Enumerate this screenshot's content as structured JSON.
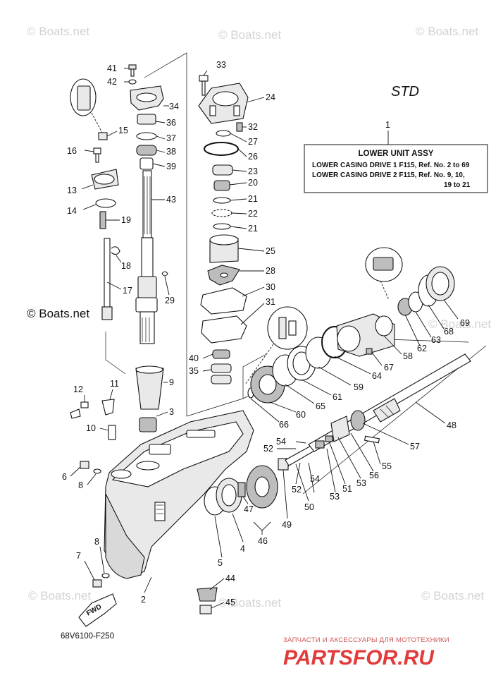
{
  "watermarks": {
    "top_left": "© Boats.net",
    "top_center": "© Boats.net",
    "top_right": "© Boats.net",
    "mid_left": "© Boats.net",
    "mid_right": "© Boats.net",
    "bottom_left": "© Boats.net",
    "bottom_center": "© Boats.net",
    "bottom_right": "© Boats.net",
    "color": "#d3d3d3"
  },
  "diagram": {
    "std_label": "STD",
    "assembly_box": {
      "callout": "1",
      "title": "LOWER UNIT ASSY",
      "line1": "LOWER CASING DRIVE 1 F115,  Ref. No. 2 to 69",
      "line2": "LOWER CASING DRIVE 2 F115,  Ref. No. 9, 10,",
      "line3": "19 to 21"
    },
    "fwd_label": "FWD",
    "drawing_code": "68V6100-F250",
    "callouts": {
      "c41": "41",
      "c42": "42",
      "c34": "34",
      "c36": "36",
      "c37": "37",
      "c38": "38",
      "c39": "39",
      "c43": "43",
      "c15": "15",
      "c16": "16",
      "c13": "13",
      "c14": "14",
      "c19": "19",
      "c18": "18",
      "c17": "17",
      "c29": "29",
      "c33": "33",
      "c24": "24",
      "c32": "32",
      "c27": "27",
      "c26": "26",
      "c23": "23",
      "c20": "20",
      "c21a": "21",
      "c22": "22",
      "c21b": "21",
      "c25": "25",
      "c28": "28",
      "c30": "30",
      "c31": "31",
      "c40": "40",
      "c35": "35",
      "c9": "9",
      "c3": "3",
      "c12": "12",
      "c11": "11",
      "c10": "10",
      "c6": "6",
      "c8a": "8",
      "c8b": "8",
      "c7": "7",
      "c2": "2",
      "c4": "4",
      "c5": "5",
      "c44": "44",
      "c45": "45",
      "c47": "47",
      "c46": "46",
      "c49": "49",
      "c50": "50",
      "c52a": "52",
      "c52b": "52",
      "c53a": "53",
      "c53b": "53",
      "c54a": "54",
      "c54b": "54",
      "c51": "51",
      "c55": "55",
      "c56": "56",
      "c57": "57",
      "c48": "48",
      "c66": "66",
      "c60": "60",
      "c65": "65",
      "c61": "61",
      "c59": "59",
      "c64": "64",
      "c67": "67",
      "c58": "58",
      "c62": "62",
      "c63": "63",
      "c68": "68",
      "c69": "69"
    }
  },
  "footer": {
    "promo_text": "ЗАПЧАСТИ И АКСЕССУАРЫ ДЛЯ МОТОТЕХНИКИ",
    "brand_text": "PARTSFOR.RU",
    "brand_color": "#e23b3b"
  }
}
